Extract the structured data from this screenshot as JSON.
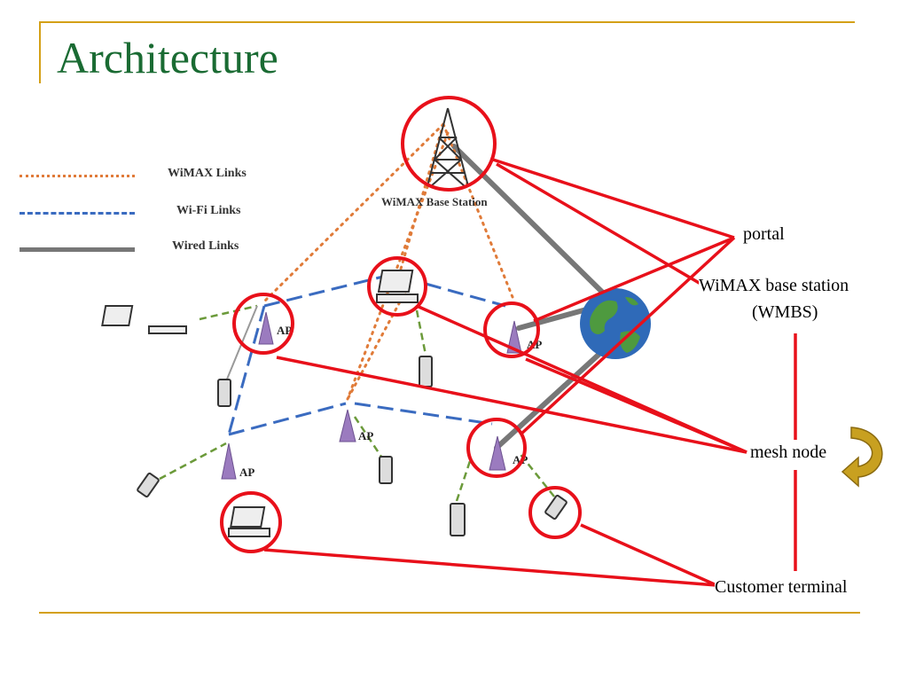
{
  "title": "Architecture",
  "legend": {
    "wimax": "WiMAX Links",
    "wifi": "Wi-Fi Links",
    "wired": "Wired Links"
  },
  "diagram": {
    "base_station_label": "WiMAX Base Station",
    "ap_label": "AP"
  },
  "callouts": {
    "portal": "portal",
    "wmbs_line1": "WiMAX base station",
    "wmbs_line2": "(WMBS)",
    "mesh_node": "mesh node",
    "customer_terminal": "Customer terminal"
  },
  "colors": {
    "title": "#1a6b33",
    "frame": "#d4a017",
    "callout": "#e8101a",
    "wimax_link": "#e07b39",
    "wifi_link": "#3a6bc0",
    "wired_link": "#777777",
    "ap": "#9b7bbf",
    "arrow": "#c8a020"
  }
}
